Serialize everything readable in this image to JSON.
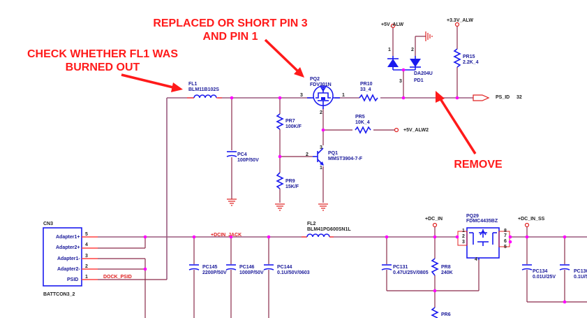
{
  "annotations": {
    "fl1_check": "CHECK WHETHER FL1 WAS BURNED OUT",
    "fl1_check_line1": "CHECK WHETHER FL1 WAS",
    "fl1_check_line2": "BURNED OUT",
    "pq2_replace_line1": "REPLACED OR SHORT PIN 3",
    "pq2_replace_line2": "AND PIN 1",
    "remove": "REMOVE"
  },
  "components": {
    "FL1": {
      "ref": "FL1",
      "value": "BLM11B102S"
    },
    "PQ2": {
      "ref": "PQ2",
      "value": "FDV301N",
      "pins": [
        "3",
        "1",
        "2"
      ]
    },
    "PR10": {
      "ref": "PR10",
      "value": "33_4"
    },
    "PD1": {
      "ref": "PD1",
      "value": "DA204U",
      "pins": [
        "1",
        "2",
        "3"
      ]
    },
    "PR15": {
      "ref": "PR15",
      "value": "2.2K_4"
    },
    "PR7": {
      "ref": "PR7",
      "value": "100K/F"
    },
    "PR9": {
      "ref": "PR9",
      "value": "15K/F"
    },
    "PR5": {
      "ref": "PR5",
      "value": "10K_4"
    },
    "PQ1": {
      "ref": "PQ1",
      "value": "MMST3904-7-F",
      "pins": [
        "3",
        "2",
        "1"
      ]
    },
    "PC4": {
      "ref": "PC4",
      "value": "100P/50V"
    },
    "CN3": {
      "ref": "CN3",
      "value": "BATTCON3_2",
      "pins": [
        {
          "name": "Adapter1+",
          "num": "5"
        },
        {
          "name": "Adapter2+",
          "num": "4"
        },
        {
          "name": "Adapter1-",
          "num": "3"
        },
        {
          "name": "Adapter2-",
          "num": "2"
        },
        {
          "name": "PSID",
          "num": "1"
        }
      ]
    },
    "FL2": {
      "ref": "FL2",
      "value": "BLM41PG600SN1L"
    },
    "PC145": {
      "ref": "PC145",
      "value": "2200P/50V"
    },
    "PC146": {
      "ref": "PC146",
      "value": "1000P/50V"
    },
    "PC144": {
      "ref": "PC144",
      "value": "0.1U/50V/0603"
    },
    "PC131": {
      "ref": "PC131",
      "value": "0.47U/25V/0805"
    },
    "PR8": {
      "ref": "PR8",
      "value": "240K"
    },
    "PR6": {
      "ref": "PR6",
      "value": ""
    },
    "PQ29": {
      "ref": "PQ29",
      "value": "FDMC4435BZ",
      "pins": [
        "1",
        "2",
        "3",
        "4",
        "5",
        "6",
        "7",
        "8"
      ]
    },
    "PC134": {
      "ref": "PC134",
      "value": "0.01U/25V"
    },
    "PC136": {
      "ref": "PC136",
      "value": "0.1U/5"
    }
  },
  "nets": {
    "v5_alw": "+5V_ALW",
    "v33_alw": "+3.3V_ALW",
    "v5_alw2": "+5V_ALW2",
    "ps_id": "PS_ID",
    "ps_id_page": "32",
    "dcin_jack": "+DCIN_JACK",
    "dock_psid": "DOCK_PSID",
    "dc_in": "+DC_IN",
    "dc_in_ss": "+DC_IN_SS"
  }
}
